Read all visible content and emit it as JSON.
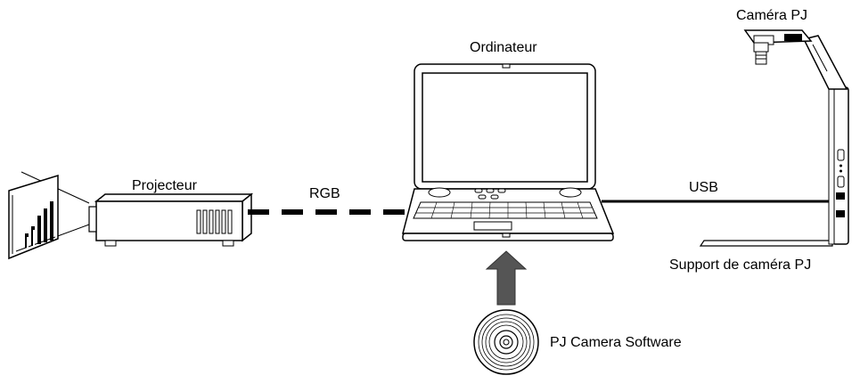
{
  "labels": {
    "camera": "Caméra PJ",
    "computer": "Ordinateur",
    "projector": "Projecteur",
    "rgb": "RGB",
    "usb": "USB",
    "stand": "Support de caméra PJ",
    "software": "PJ Camera Software"
  },
  "connections": [
    {
      "from": "projector",
      "to": "computer",
      "style": "dashed",
      "label": "RGB"
    },
    {
      "from": "computer",
      "to": "camera-stand",
      "style": "solid",
      "label": "USB"
    },
    {
      "from": "software-disc",
      "to": "computer",
      "style": "arrow"
    }
  ],
  "colors": {
    "line": "#000000",
    "arrow": "#555555",
    "device_fill": "#ffffff"
  }
}
